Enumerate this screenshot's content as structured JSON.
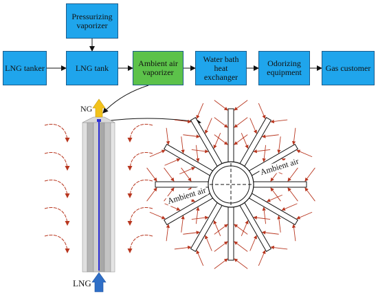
{
  "flow": {
    "pressurizing_vaporizer": "Pressurizing vaporizer",
    "lng_tanker": "LNG tanker",
    "lng_tank": "LNG tank",
    "ambient_air_vaporizer": "Ambient air vaporizer",
    "water_bath": "Water bath heat exchanger",
    "odorizing": "Odorizing equipment",
    "gas_customer": "Gas customer"
  },
  "vaporizer": {
    "ng_label": "NG",
    "lng_label": "LNG"
  },
  "cross_section": {
    "ambient_air_right": "Ambient air",
    "ambient_air_left": "Ambient air"
  },
  "colors": {
    "box_blue": "#1fa5ec",
    "box_green": "#5cc24a",
    "arrow_red": "#b8361f",
    "ng_arrow": "#f2c21b",
    "lng_arrow": "#2f6fc7",
    "pipe_blue": "#2d2fd6"
  }
}
